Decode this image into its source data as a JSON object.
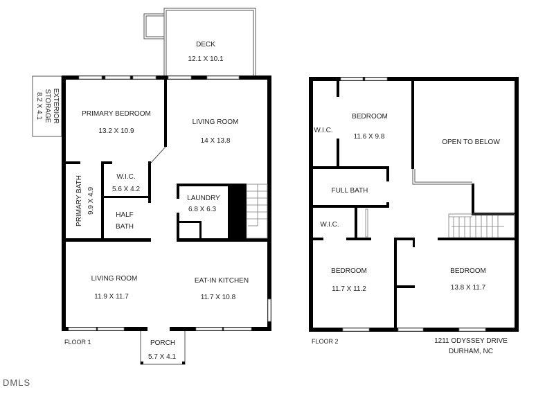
{
  "floor1": {
    "label": "FLOOR 1",
    "rooms": {
      "deck": {
        "name": "DECK",
        "dims": "12.1 X 10.1"
      },
      "exterior_storage": {
        "name_line1": "EXTERIOR",
        "name_line2": "STORAGE",
        "dims": "8.2 X 4.1"
      },
      "primary_bedroom": {
        "name": "PRIMARY BEDROOM",
        "dims": "13.2 X 10.9"
      },
      "living_room_upper": {
        "name": "LIVING ROOM",
        "dims": "14 X 13.8"
      },
      "primary_bath": {
        "name": "PRIMARY BATH",
        "dims": "9.9 X 4.9"
      },
      "wic": {
        "name": "W.I.C.",
        "dims": "5.6 X 4.2"
      },
      "half_bath": {
        "name_line1": "HALF",
        "name_line2": "BATH"
      },
      "laundry": {
        "name": "LAUNDRY",
        "dims": "6.8 X 6.3"
      },
      "living_room_lower": {
        "name": "LIVING ROOM",
        "dims": "11.9 X 11.7"
      },
      "eat_in_kitchen": {
        "name": "EAT-IN KITCHEN",
        "dims": "11.7 X 10.8"
      },
      "porch": {
        "name": "PORCH",
        "dims": "5.7 X 4.1"
      }
    }
  },
  "floor2": {
    "label": "FLOOR 2",
    "rooms": {
      "wic_upper": {
        "name": "W.I.C."
      },
      "bedroom_top": {
        "name": "BEDROOM",
        "dims": "11.6 X 9.8"
      },
      "open_to_below": {
        "name": "OPEN TO BELOW"
      },
      "full_bath": {
        "name": "FULL BATH"
      },
      "wic_lower": {
        "name": "W.I.C."
      },
      "bedroom_left": {
        "name": "BEDROOM",
        "dims": "11.7 X 11.2"
      },
      "bedroom_right": {
        "name": "BEDROOM",
        "dims": "13.8 X 11.7"
      }
    }
  },
  "address": {
    "line1": "1211 ODYSSEY DRIVE",
    "line2": "DURHAM, NC"
  },
  "watermark": "DMLS"
}
